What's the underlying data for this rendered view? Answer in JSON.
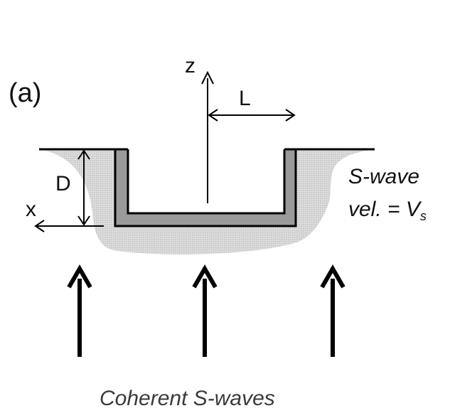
{
  "labels": {
    "panel": "(a)",
    "z_axis": "z",
    "x_axis": "x",
    "half_width": "L",
    "depth": "D",
    "s_wave": "S-wave",
    "velocity_prefix": "vel. = V",
    "velocity_subscript": "s",
    "incident_waves": "Coherent S-waves"
  },
  "colors": {
    "line": "#000000",
    "soil": "#d4d4d4",
    "wall": "#9a9a9a",
    "text": "#111111"
  },
  "icons": {
    "incident_arrow": "up-arrow-icon"
  }
}
